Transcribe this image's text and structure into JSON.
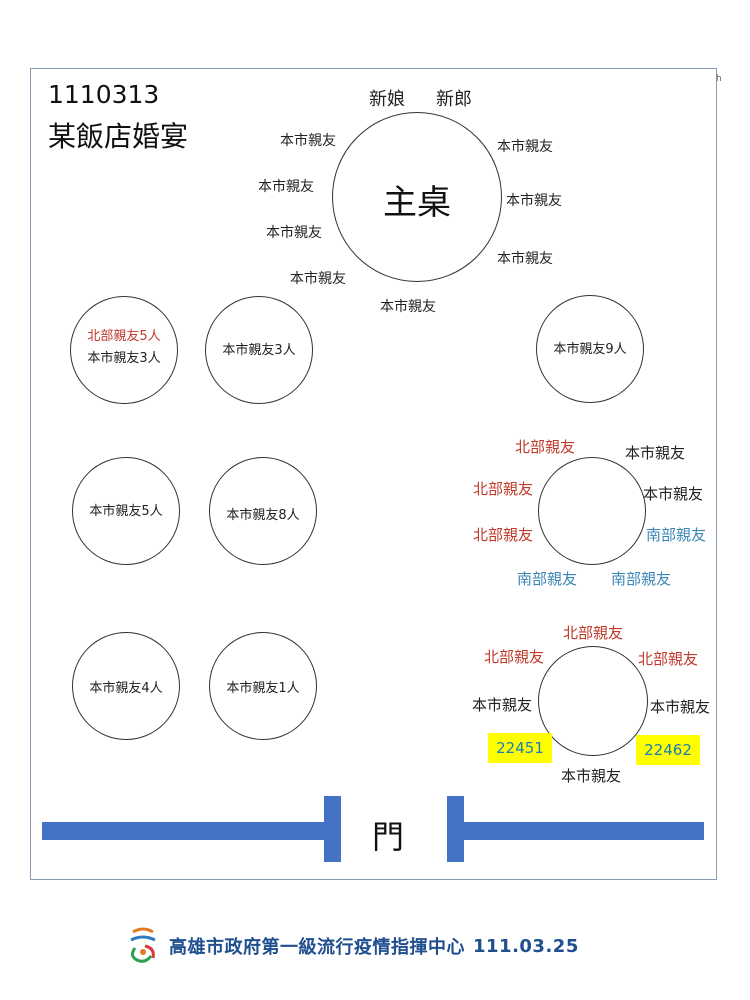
{
  "header": {
    "code": "1110313",
    "venue": "某飯店婚宴",
    "corner_mark": "h"
  },
  "main_table": {
    "label": "主桌",
    "bride": "新娘",
    "groom": "新郎",
    "guests": [
      "本市親友",
      "本市親友",
      "本市親友",
      "本市親友",
      "本市親友",
      "本市親友",
      "本市親友",
      "本市親友"
    ]
  },
  "tables": [
    {
      "lines": [
        {
          "text": "北部親友5人",
          "color": "red"
        },
        {
          "text": "本市親友3人",
          "color": "black"
        }
      ]
    },
    {
      "lines": [
        {
          "text": "本市親友3人",
          "color": "black"
        }
      ]
    },
    {
      "lines": [
        {
          "text": "本市親友9人",
          "color": "black"
        }
      ]
    },
    {
      "lines": [
        {
          "text": "本市親友5人",
          "color": "black"
        }
      ]
    },
    {
      "lines": [
        {
          "text": "本市親友8人",
          "color": "black"
        }
      ]
    },
    {
      "lines": [
        {
          "text": "本市親友4人",
          "color": "black"
        }
      ]
    },
    {
      "lines": [
        {
          "text": "本市親友1人",
          "color": "black"
        }
      ]
    }
  ],
  "table_east_1": {
    "seats": [
      {
        "text": "北部親友",
        "color": "red"
      },
      {
        "text": "本市親友",
        "color": "black"
      },
      {
        "text": "北部親友",
        "color": "red"
      },
      {
        "text": "本市親友",
        "color": "black"
      },
      {
        "text": "北部親友",
        "color": "red"
      },
      {
        "text": "南部親友",
        "color": "blue"
      },
      {
        "text": "南部親友",
        "color": "blue"
      },
      {
        "text": "南部親友",
        "color": "blue"
      }
    ]
  },
  "table_east_2": {
    "seats": [
      {
        "text": "北部親友",
        "color": "red"
      },
      {
        "text": "北部親友",
        "color": "red"
      },
      {
        "text": "北部親友",
        "color": "red"
      },
      {
        "text": "本市親友",
        "color": "black"
      },
      {
        "text": "本市親友",
        "color": "black"
      },
      {
        "text": "本市親友",
        "color": "black"
      }
    ],
    "case_left": "22451",
    "case_right": "22462"
  },
  "door": {
    "label": "門"
  },
  "footer": {
    "org": "高雄市政府第一級流行疫情指揮中心",
    "date": "111.03.25"
  },
  "colors": {
    "red": "#c0392b",
    "blue": "#3b86b5",
    "wall": "#4472c4",
    "highlight": "#ffff00"
  }
}
